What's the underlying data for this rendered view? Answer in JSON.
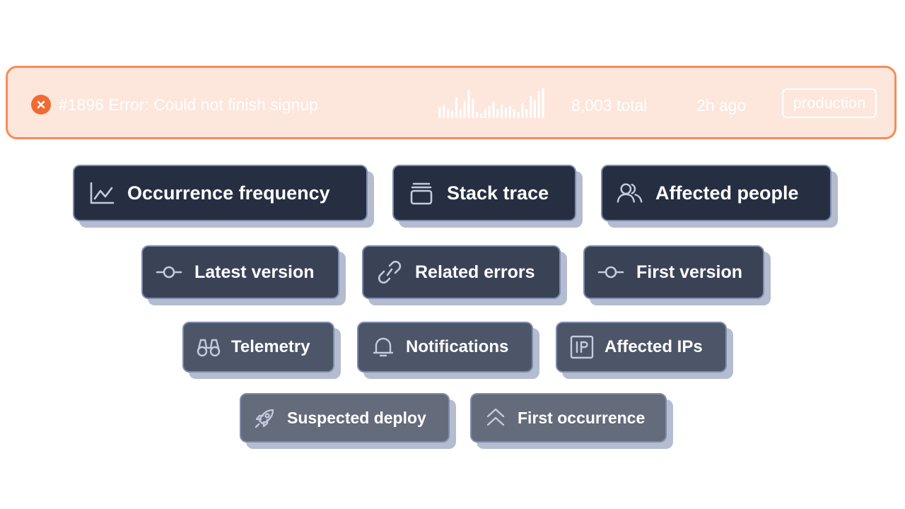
{
  "error": {
    "icon": "close-circle-icon",
    "title": "#1896 Error: Could not finish signup",
    "total": "8,003 total",
    "time": "2h ago",
    "environment": "production",
    "sparkline_heights": [
      0.35,
      0.45,
      0.3,
      0.25,
      0.7,
      0.3,
      0.55,
      0.95,
      0.65,
      0.2,
      0.15,
      0.3,
      0.4,
      0.55,
      0.3,
      0.45,
      0.35,
      0.4,
      0.3,
      0.2,
      0.5,
      0.3,
      0.75,
      0.6,
      0.9,
      1.0
    ]
  },
  "categories": [
    {
      "label": "Occurrence frequency",
      "icon": "line-chart-icon"
    },
    {
      "label": "Stack trace",
      "icon": "stack-icon"
    },
    {
      "label": "Affected people",
      "icon": "users-icon"
    },
    {
      "label": "Latest version",
      "icon": "commit-icon"
    },
    {
      "label": "Related errors",
      "icon": "link-icon"
    },
    {
      "label": "First version",
      "icon": "commit-icon"
    },
    {
      "label": "Telemetry",
      "icon": "binoculars-icon"
    },
    {
      "label": "Notifications",
      "icon": "bell-icon"
    },
    {
      "label": "Affected IPs",
      "icon": "ip-icon"
    },
    {
      "label": "Suspected deploy",
      "icon": "rocket-icon"
    },
    {
      "label": "First occurrence",
      "icon": "chevrons-up-icon"
    }
  ],
  "colors": {
    "error_bg": "#fde6dc",
    "error_border": "#f58c5a",
    "error_accent": "#f06a33",
    "chip_row1": "#262e42",
    "chip_row2": "#3a4256",
    "chip_row3": "#4d5568",
    "chip_row4": "#646b7b",
    "chip_border": "#7d8cae",
    "chip_shadow": "#b4bccf"
  }
}
